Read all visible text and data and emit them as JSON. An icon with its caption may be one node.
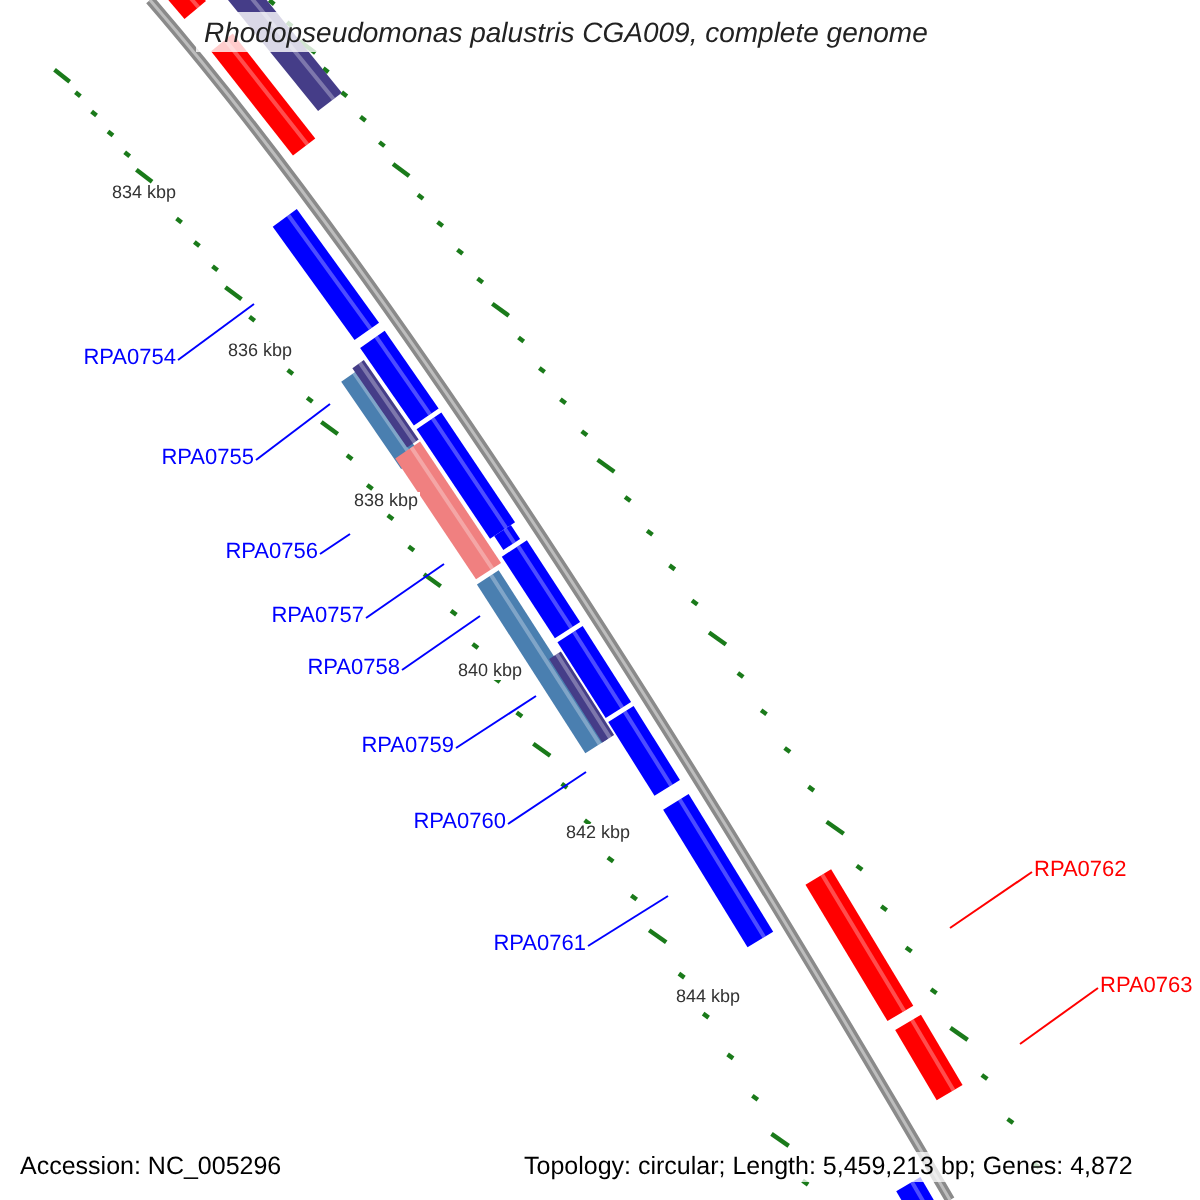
{
  "diagram": {
    "title": "Rhodopseudomonas palustris CGA009, complete genome",
    "nodes": [
      {
        "text": [
          "RPA0754"
        ]
      },
      {
        "text": [
          "RPA0755"
        ]
      },
      {
        "text": [
          "RPA0756"
        ]
      },
      {
        "text": [
          "RPA0757"
        ]
      },
      {
        "text": [
          "RPA0758"
        ]
      },
      {
        "text": [
          "RPA0759"
        ]
      },
      {
        "text": [
          "RPA0760"
        ]
      },
      {
        "text": [
          "RPA0761"
        ]
      },
      {
        "text": [
          "RPA0762"
        ]
      },
      {
        "text": [
          "RPA0763"
        ]
      }
    ],
    "edges": [
      {
        "from": 0,
        "to": null,
        "arrow": "none"
      },
      {
        "from": 1,
        "to": null,
        "arrow": "none"
      },
      {
        "from": 2,
        "to": null,
        "arrow": "none"
      },
      {
        "from": 3,
        "to": null,
        "arrow": "none"
      },
      {
        "from": 4,
        "to": null,
        "arrow": "none"
      },
      {
        "from": 5,
        "to": null,
        "arrow": "none"
      },
      {
        "from": 6,
        "to": null,
        "arrow": "none"
      },
      {
        "from": 7,
        "to": null,
        "arrow": "none"
      },
      {
        "from": 8,
        "to": null,
        "arrow": "none",
        "color": "#ff0000"
      },
      {
        "from": 9,
        "to": null,
        "arrow": "none",
        "color": "#ff0000"
      }
    ],
    "labels": [
      "834 kbp",
      "836 kbp",
      "838 kbp",
      "840 kbp",
      "842 kbp",
      "844 kbp",
      "Accession: NC_005296",
      "Topology: circular; Length: 5,459,213 bp; Genes: 4,872"
    ]
  }
}
